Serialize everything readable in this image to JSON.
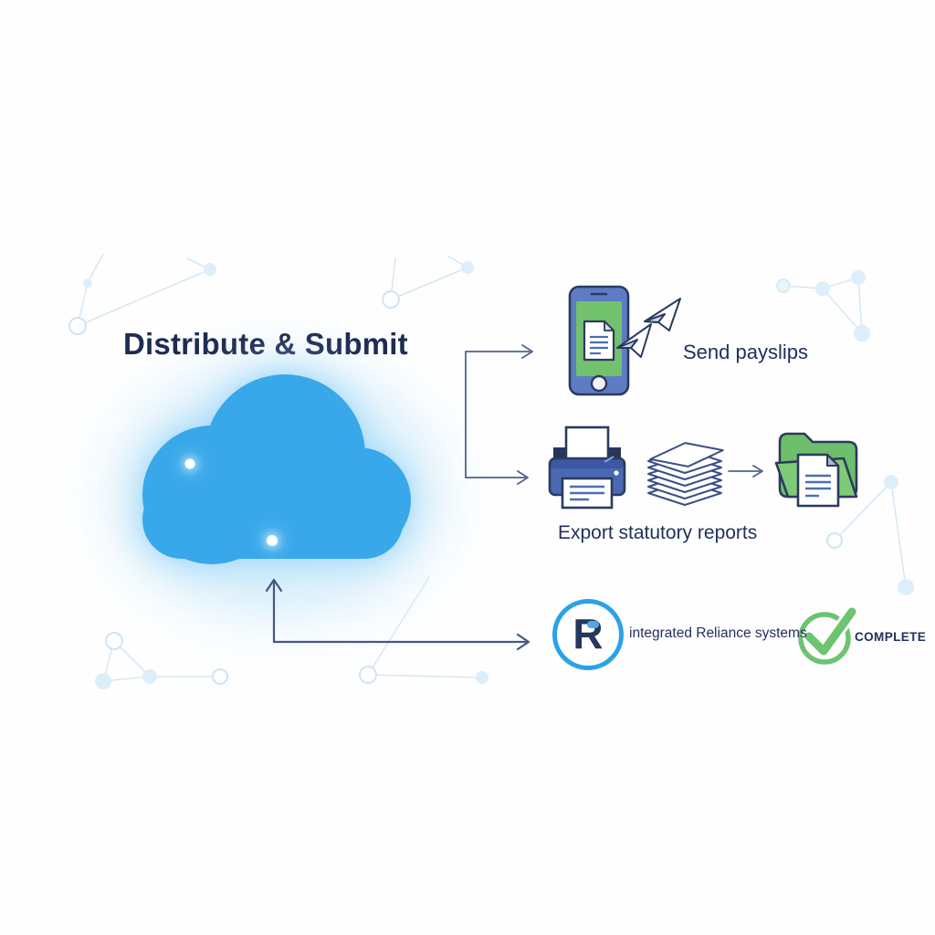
{
  "title": "Distribute & Submit",
  "cloud": {
    "name": "cloud",
    "color": "#38a8ea"
  },
  "branches": {
    "payslips": {
      "label": "Send payslips"
    },
    "reports": {
      "label": "Export statutory reports"
    },
    "reliance": {
      "label": "integrated Reliance systems",
      "logo_letter": "R",
      "status": "COMPLETE"
    }
  },
  "icon_names": [
    "cloud-icon",
    "smartphone-icon",
    "paper-plane-icon",
    "printer-icon",
    "paper-stack-icon",
    "arrow-right-icon",
    "folder-documents-icon",
    "reliance-r-logo",
    "check-circle-icon"
  ],
  "colors": {
    "title_text": "#1e2b52",
    "body_text": "#22315b",
    "cloud_blue": "#38a8ea",
    "cloud_glow": "#bfe4fa",
    "icon_outline_navy": "#2c3a5e",
    "phone_body_blue": "#5d7cc4",
    "screen_green": "#72c16c",
    "folder_green": "#6dbf6b",
    "printer_blue": "#4a69b2",
    "document_line_blue": "#4a6fb5",
    "logo_ring_blue": "#2aa2e8",
    "check_green": "#6cc470",
    "connector_slate": "#51638b",
    "constellation_blue": "#d2e6f4"
  }
}
